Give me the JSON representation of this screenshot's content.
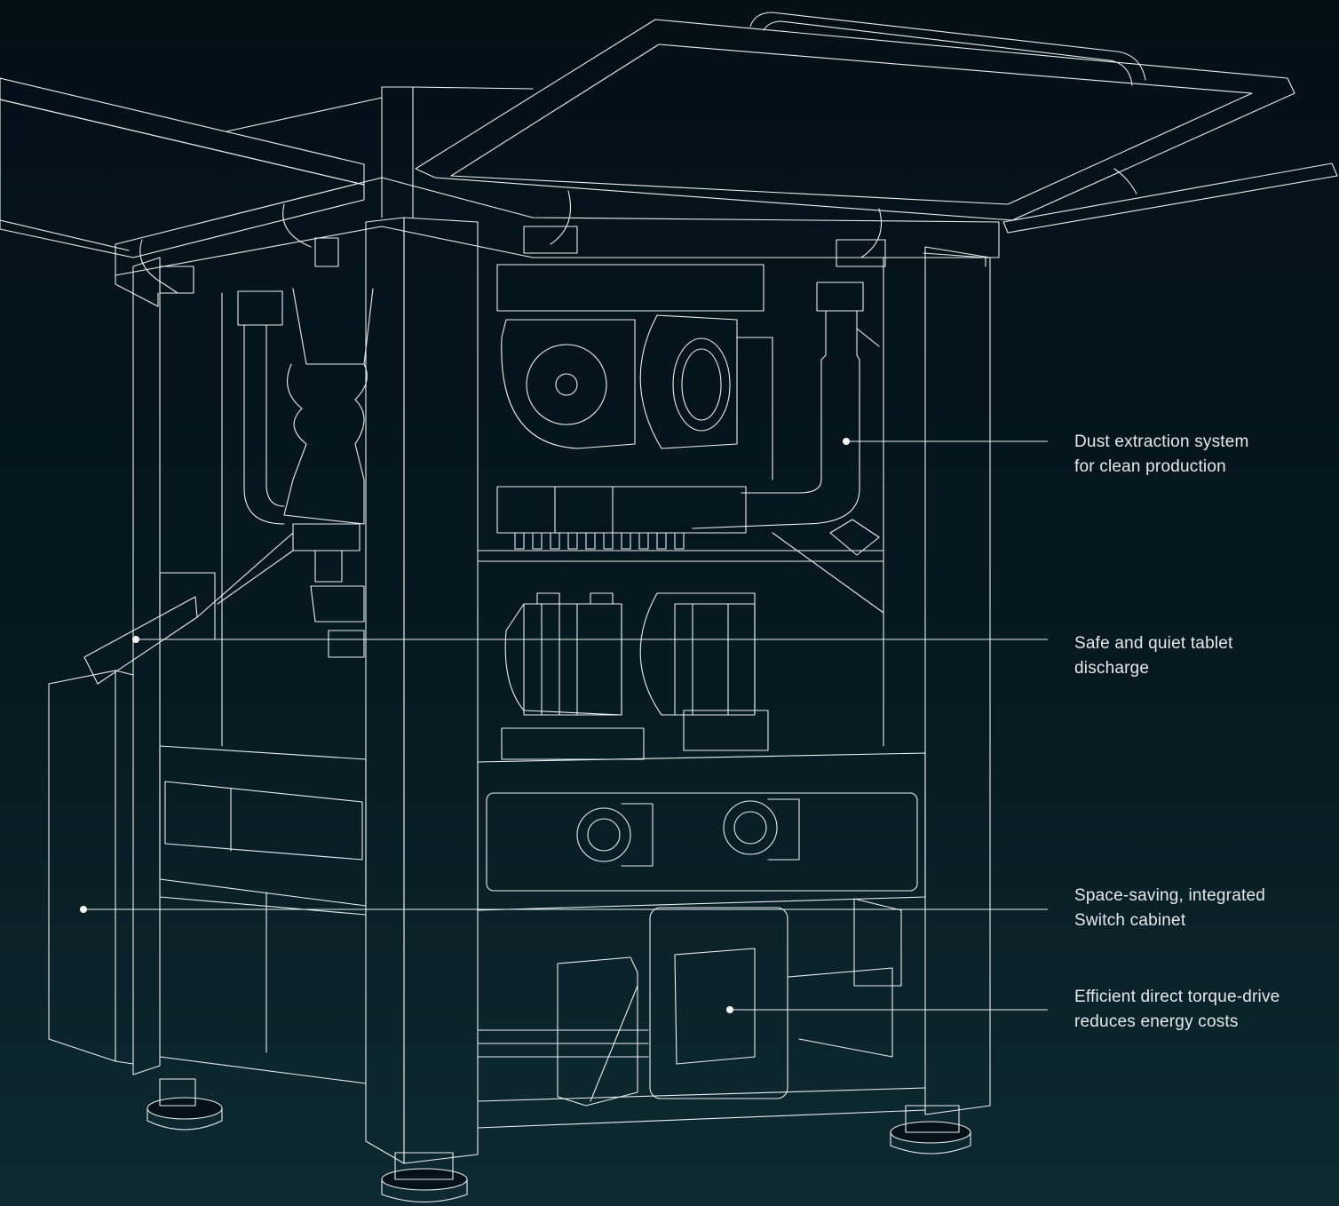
{
  "accent_color": "#e9eef0",
  "background": [
    "#040f16",
    "#0d2a30"
  ],
  "callouts": [
    {
      "id": "dust",
      "lines": [
        "Dust extraction system",
        "for clean production"
      ]
    },
    {
      "id": "discharge",
      "lines": [
        "Safe and quiet tablet",
        "discharge"
      ]
    },
    {
      "id": "cabinet",
      "lines": [
        "Space-saving, integrated",
        "Switch cabinet"
      ]
    },
    {
      "id": "drive",
      "lines": [
        "Efficient direct torque-drive",
        "reduces energy costs"
      ]
    }
  ]
}
